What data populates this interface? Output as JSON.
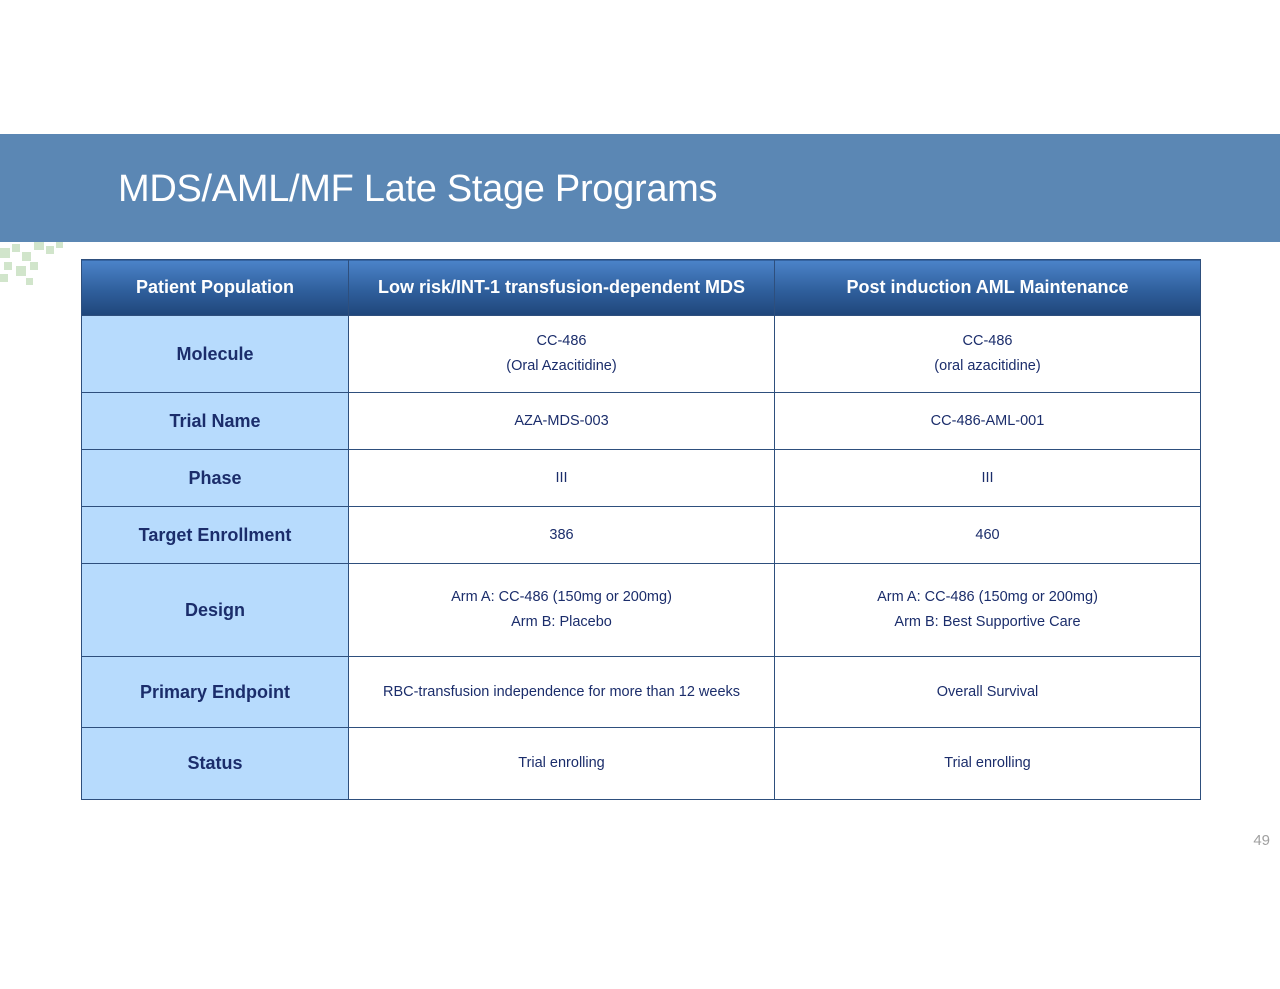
{
  "slide": {
    "title": "MDS/AML/MF Late Stage Programs",
    "page_number": "49",
    "colors": {
      "title_band": "#5b87b4",
      "header_fill": "#2f5f9c",
      "label_fill": "#b7dbfd",
      "text_navy": "#1b2d6b"
    }
  },
  "table": {
    "headers": [
      "Patient Population",
      "Low risk/INT-1 transfusion-dependent MDS",
      "Post induction AML Maintenance"
    ],
    "rows": [
      {
        "label": "Molecule",
        "col1": [
          "CC-486",
          "(Oral Azacitidine)"
        ],
        "col2": [
          "CC-486",
          "(oral azacitidine)"
        ]
      },
      {
        "label": "Trial Name",
        "col1": [
          "AZA-MDS-003"
        ],
        "col2": [
          "CC-486-AML-001"
        ]
      },
      {
        "label": "Phase",
        "col1": [
          "III"
        ],
        "col2": [
          "III"
        ]
      },
      {
        "label": "Target Enrollment",
        "col1": [
          "386"
        ],
        "col2": [
          "460"
        ]
      },
      {
        "label": "Design",
        "col1": [
          "Arm A: CC-486 (150mg or 200mg)",
          "Arm B: Placebo"
        ],
        "col2": [
          "Arm A: CC-486 (150mg or 200mg)",
          "Arm B: Best Supportive Care"
        ]
      },
      {
        "label": "Primary Endpoint",
        "col1": [
          "RBC-transfusion independence for more than 12 weeks"
        ],
        "col2": [
          "Overall Survival"
        ]
      },
      {
        "label": "Status",
        "col1": [
          "Trial enrolling"
        ],
        "col2": [
          "Trial enrolling"
        ]
      }
    ]
  }
}
